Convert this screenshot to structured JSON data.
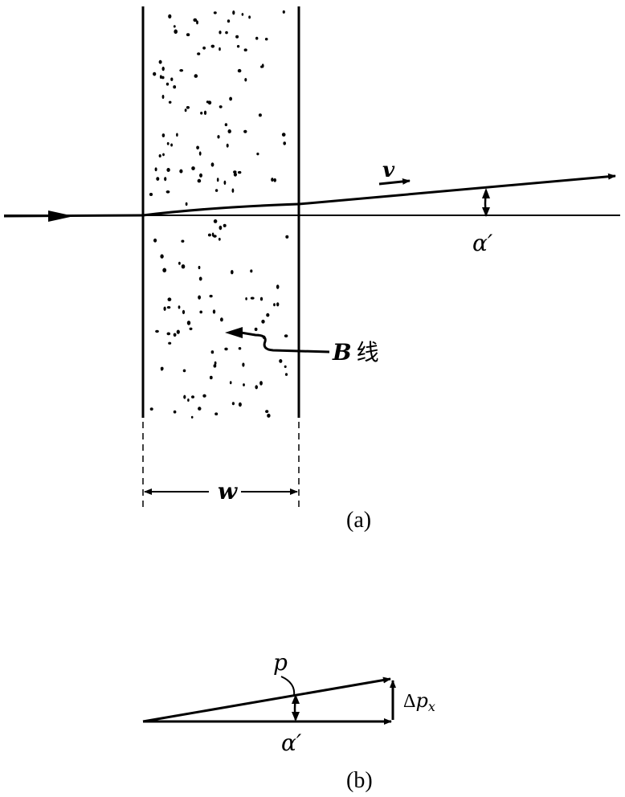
{
  "panel_a": {
    "velocity_label": "v",
    "angle_label": "α′",
    "field_label": "B",
    "field_label_suffix": "线",
    "width_label": "w",
    "caption": "(a)"
  },
  "panel_b": {
    "momentum_label": "p",
    "delta_label": "Δ",
    "delta_symbol": "p",
    "delta_subscript": "x",
    "angle_label": "α′",
    "caption": "(b)"
  },
  "colors": {
    "ink": "#000000",
    "paper": "#ffffff"
  }
}
